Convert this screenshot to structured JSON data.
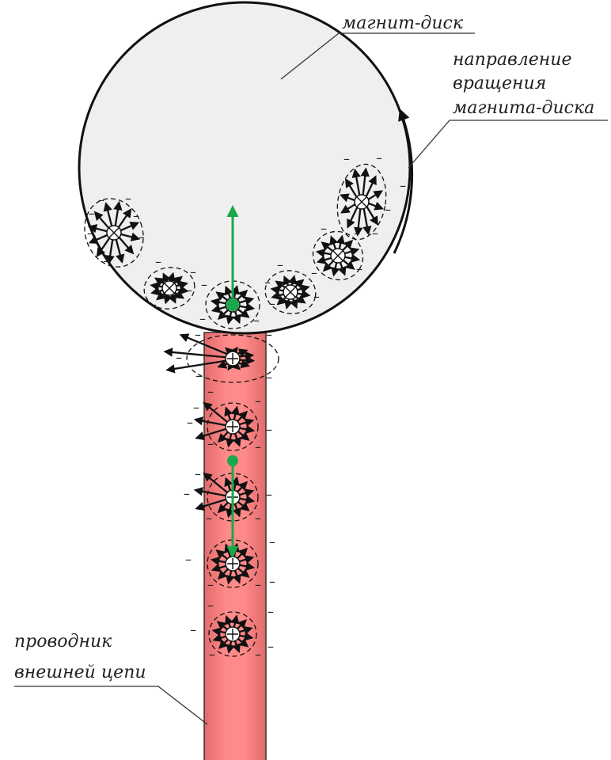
{
  "labels": {
    "disk": "магнит-диск",
    "rotation_line1": "направление",
    "rotation_line2": "вращения",
    "rotation_line3": "магнита-диска",
    "conductor_line1": "проводник",
    "conductor_line2": "внешней цепи"
  },
  "colors": {
    "disk_fill": "#efefef",
    "conductor_fill": "#ff8080",
    "conductor_edge": "#c96a6a",
    "field_arrow": "#111111",
    "green_vector": "#1aa84a"
  },
  "symbols": {
    "disk_charge": "cross-icon",
    "conductor_charge": "plus-icon",
    "boundary_charge": "minus-sign"
  }
}
